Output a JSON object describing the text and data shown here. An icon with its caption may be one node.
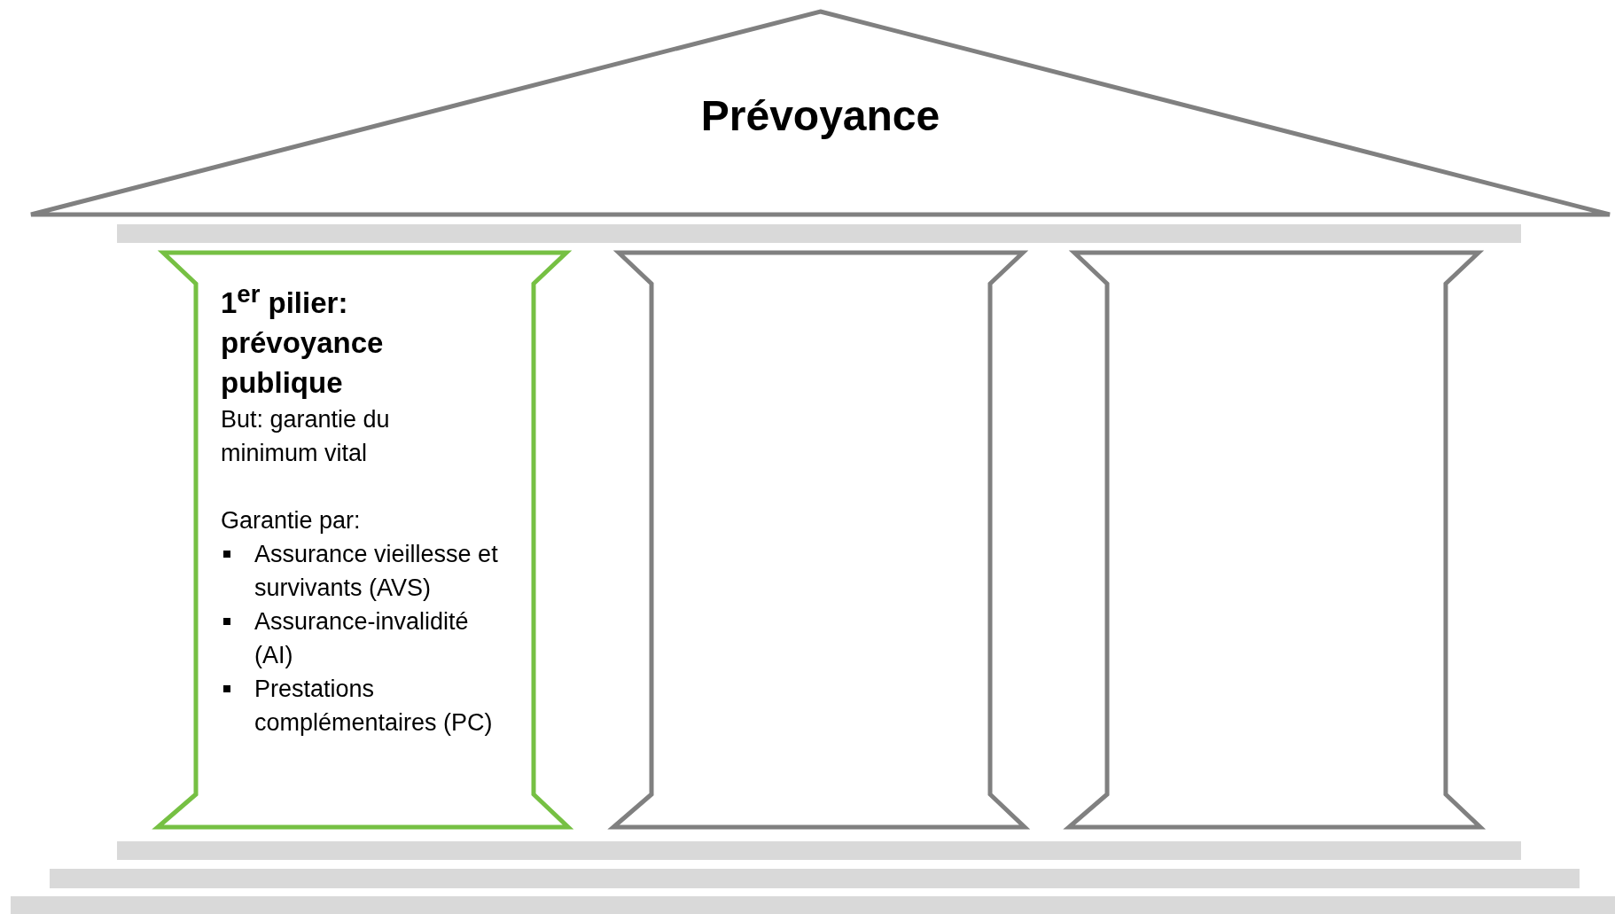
{
  "diagram": {
    "nodes": [
      {
        "text": [
          "Prévoyance"
        ]
      },
      {
        "text": [],
        "shape": "bar"
      },
      {
        "text": [
          "1$^{er}$ pilier: prévoyance publique",
          "But: garantie du minimum vital",
          "Garantie par:",
          "Assurance vieillesse et survivants (AVS)",
          "Assurance-invalidité (AI)",
          "Prestations complémentaires (PC)"
        ]
      },
      {
        "text": [],
        "shape": "column"
      },
      {
        "text": [],
        "shape": "column"
      },
      {
        "text": [],
        "shape": "bar"
      },
      {
        "text": [],
        "shape": "bar"
      },
      {
        "text": [],
        "shape": "bar"
      }
    ]
  }
}
